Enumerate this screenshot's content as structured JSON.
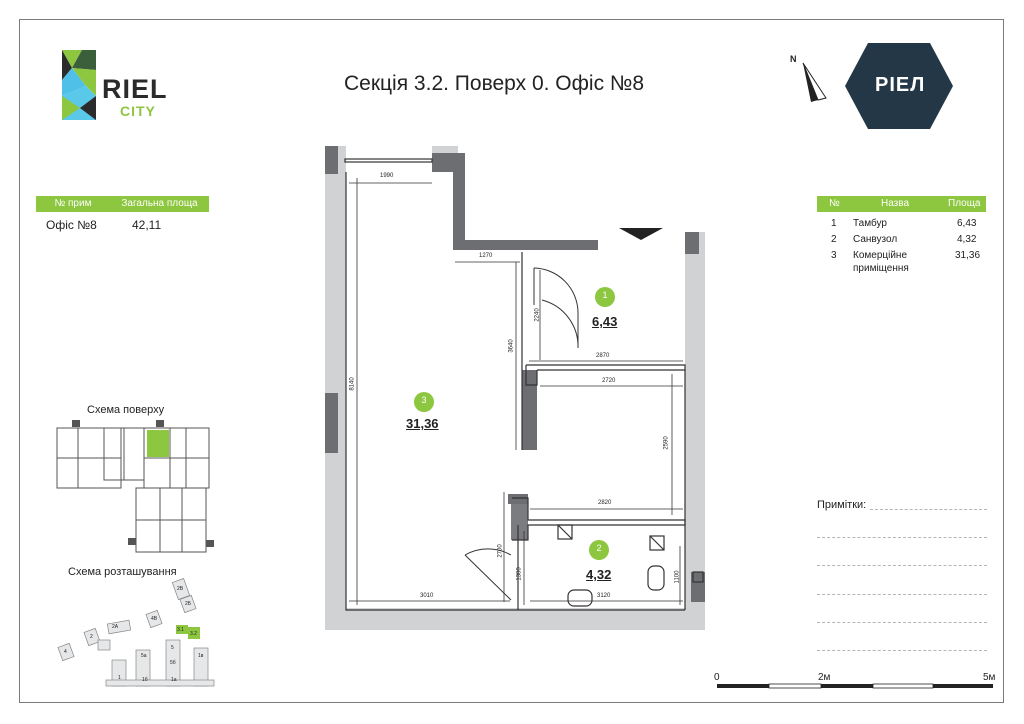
{
  "header": {
    "title": "Секція 3.2. Поверх 0. Офіс №8",
    "logo_left": {
      "word1": "RIEL",
      "word2": "CITY"
    },
    "logo_right": "РІЕЛ",
    "compass_label": "N"
  },
  "summary_table": {
    "headers": [
      "№ прим",
      "Загальна площа"
    ],
    "rows": [
      {
        "name": "Офіс №8",
        "area": "42,11"
      }
    ]
  },
  "legend_table": {
    "headers": [
      "№",
      "Назва",
      "Площа"
    ],
    "rows": [
      {
        "num": "1",
        "name": "Тамбур",
        "area": "6,43"
      },
      {
        "num": "2",
        "name": "Санвузол",
        "area": "4,32"
      },
      {
        "num": "3",
        "name_line1": "Комерційне",
        "name_line2": "приміщення",
        "area": "31,36"
      }
    ]
  },
  "rooms": [
    {
      "num": "1",
      "area": "6,43"
    },
    {
      "num": "2",
      "area": "4,32"
    },
    {
      "num": "3",
      "area": "31,36"
    }
  ],
  "dimensions": {
    "top_width": "1990",
    "tambur_top": "1270",
    "tambur_height": "2240",
    "corridor_height": "3640",
    "mid_width_1": "2870",
    "mid_width_2": "2720",
    "wet_height": "2590",
    "bath_top": "2820",
    "left_height": "8140",
    "left_door_height": "2700",
    "bottom_left": "3010",
    "bath_height": "1300",
    "bottom_right": "3120",
    "wc_height": "1100"
  },
  "floor_scheme_label": "Схема поверху",
  "site_scheme_label": "Схема розташування",
  "site_labels": [
    "2В",
    "2Б",
    "4В",
    "3.1",
    "3.2",
    "2",
    "4",
    "1",
    "1",
    "5",
    "5а",
    "5б",
    "1б",
    "1в",
    "1а",
    "2",
    "2А"
  ],
  "scale_bar": {
    "labels": [
      "0",
      "2м",
      "5м"
    ]
  },
  "notes": {
    "label": "Примітки:"
  },
  "colors": {
    "accent": "#8dc63f",
    "wall": "#6d6e71",
    "dark": "#233746"
  }
}
